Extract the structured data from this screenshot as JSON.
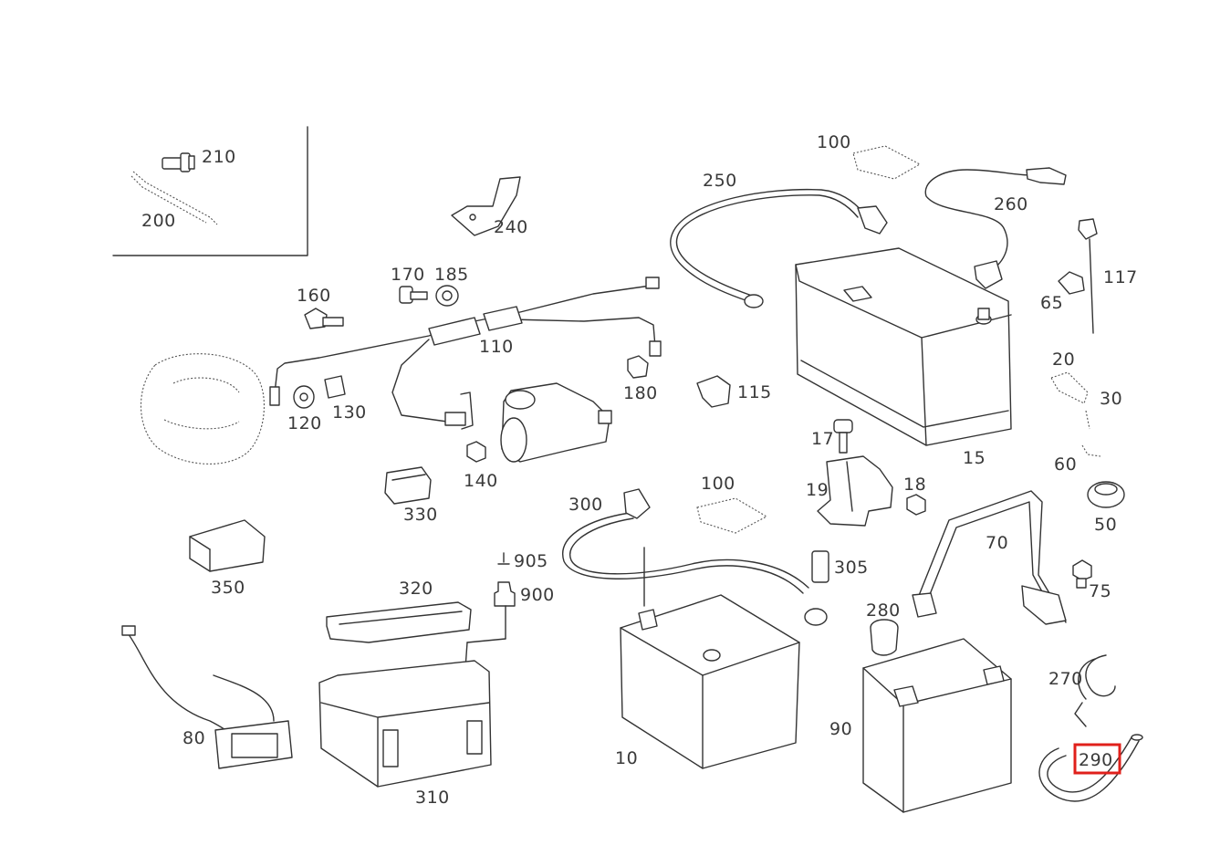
{
  "highlight": {
    "part": "290",
    "color": "#e0201b"
  },
  "labels": {
    "p210": "210",
    "p200": "200",
    "p240": "240",
    "p250": "250",
    "p100a": "100",
    "p260": "260",
    "p117": "117",
    "p65": "65",
    "p160": "160",
    "p170": "170",
    "p185": "185",
    "p110": "110",
    "p180": "180",
    "p115": "115",
    "p120": "120",
    "p130": "130",
    "p140": "140",
    "p330": "330",
    "p15": "15",
    "p17": "17",
    "p19": "19",
    "p18": "18",
    "p20": "20",
    "p30": "30",
    "p60": "60",
    "p50": "50",
    "p300": "300",
    "p100b": "100",
    "p70": "70",
    "p75": "75",
    "p305": "305",
    "p280": "280",
    "p350": "350",
    "p905": "905",
    "p900": "900",
    "p320": "320",
    "p80": "80",
    "p310": "310",
    "p10": "10",
    "p90": "90",
    "p270": "270",
    "p290": "290"
  }
}
